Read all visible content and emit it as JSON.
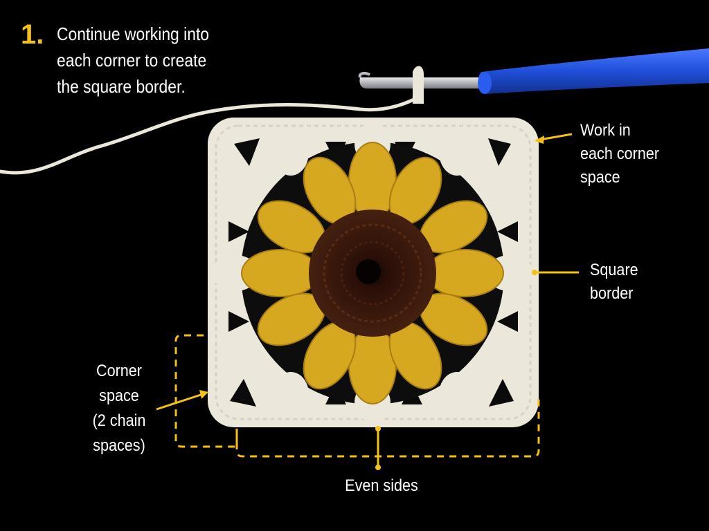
{
  "step": {
    "number": "1.",
    "lines": [
      "Continue working into",
      "each corner to create",
      "the square border."
    ]
  },
  "labels": {
    "work_corner": [
      "Work in",
      "each corner",
      "space"
    ],
    "square_border": [
      "Square",
      "border"
    ],
    "corner_space": [
      "Corner",
      "space",
      "(2 chain",
      "spaces)"
    ],
    "even_sides": "Even sides"
  },
  "colors": {
    "accent": "#f5c116",
    "background": "#000000",
    "yarn_white": "#ece7db",
    "yarn_yellow": "#d6a820",
    "yarn_brown": "#3a170d",
    "hook_blue": "#1f4fd9"
  }
}
